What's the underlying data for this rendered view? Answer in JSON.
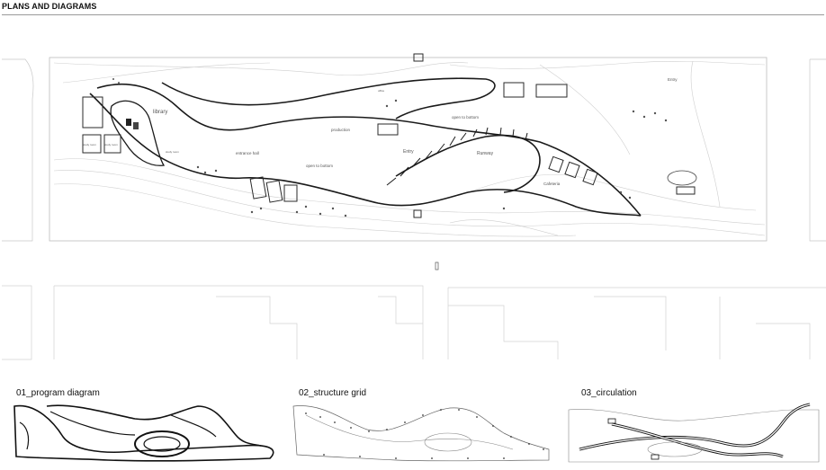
{
  "header": {
    "title": "PLANS AND DIAGRAMS"
  },
  "plan_labels": {
    "library": "library",
    "entrance_hall": "entrance hall",
    "open_to_bottom_left": "open to bottom",
    "production": "production",
    "open_to_bottom_right": "open to bottom",
    "entry_center": "Entry",
    "runway": "Runway",
    "cafeteria": "Cafeteria",
    "entry_right": "Entry",
    "study_room_1": "study room",
    "study_room_2": "study room",
    "study_room_3": "study room",
    "office": "office"
  },
  "diagrams": [
    {
      "caption": "01_program diagram"
    },
    {
      "caption": "02_structure grid"
    },
    {
      "caption": "03_circulation"
    }
  ]
}
